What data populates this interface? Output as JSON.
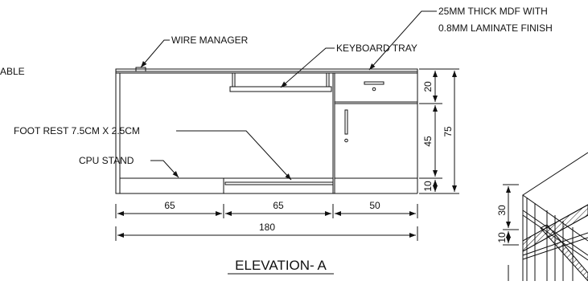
{
  "labels": {
    "cut_left": "ABLE",
    "wire_manager": "WIRE MANAGER",
    "mdf_line1": "25MM THICK MDF WITH",
    "mdf_line2": "0.8MM LAMINATE FINISH",
    "keyboard_tray": "KEYBOARD TRAY",
    "foot_rest": "FOOT REST 7.5CM X 2.5CM",
    "cpu_stand": "CPU STAND",
    "title": "ELEVATION- A"
  },
  "dimensions": {
    "w1": "65",
    "w2": "65",
    "w3": "50",
    "total": "180",
    "h_drawer": "20",
    "h_cabinet": "45",
    "h_base": "10",
    "h_total": "75",
    "iso_top": "30",
    "iso_mid": "10"
  },
  "colors": {
    "line": "#111111",
    "background": "#ffffff"
  }
}
